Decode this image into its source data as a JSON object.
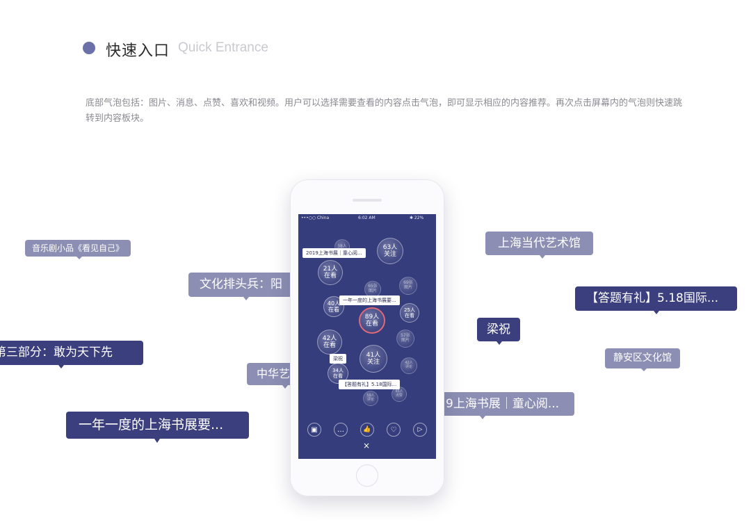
{
  "header": {
    "title": "快速入口",
    "subtitle": "Quick Entrance",
    "description": "底部气泡包括：图片、消息、点赞、喜欢和视频。用户可以选择需要查看的内容点击气泡，即可显示相应的内容推荐。再次点击屏幕内的气泡则快速跳转到内容板块。"
  },
  "colors": {
    "accent": "#6b70a8",
    "dark_tag": "#3b3f7e",
    "light_tag": "#8c8fb3",
    "screen": "#353d7d"
  },
  "floating_tags": [
    {
      "text": "音乐剧小品《看见自己》"
    },
    {
      "text": "文化排头兵：阳"
    },
    {
      "text": "上海当代艺术馆"
    },
    {
      "text": "【答题有礼】5.18国际..."
    },
    {
      "text": "梁祝"
    },
    {
      "text": "静安区文化馆"
    },
    {
      "text": "第三部分：敢为天下先"
    },
    {
      "text": "中华艺"
    },
    {
      "text": "9上海书展｜童心阅..."
    },
    {
      "text": "一年一度的上海书展要..."
    }
  ],
  "phone": {
    "status": {
      "carrier": "•••○○ China",
      "time": "6:02 AM",
      "battery": "✱ 22%"
    },
    "bubbles": [
      {
        "l1": "38人",
        "l2": ""
      },
      {
        "l1": "63人",
        "l2": "关注"
      },
      {
        "l1": "21人",
        "l2": "在看"
      },
      {
        "l1": "65张",
        "l2": "图片"
      },
      {
        "l1": "69张",
        "l2": "图片"
      },
      {
        "l1": "40人",
        "l2": "在看"
      },
      {
        "l1": "89人",
        "l2": "在看"
      },
      {
        "l1": "25人",
        "l2": "在看"
      },
      {
        "l1": "42人",
        "l2": "在看"
      },
      {
        "l1": "57张",
        "l2": "图片"
      },
      {
        "l1": "41人",
        "l2": "关注"
      },
      {
        "l1": "42人",
        "l2": "评论"
      },
      {
        "l1": "34人",
        "l2": "在看"
      },
      {
        "l1": "59人",
        "l2": "评论"
      },
      {
        "l1": "45人",
        "l2": "点赞"
      }
    ],
    "tips": [
      "2019上海书展｜童心阅...",
      "一年一度的上海书展要...",
      "梁祝",
      "【答题有礼】5.18国际..."
    ],
    "toolbar": [
      {
        "icon": "image-icon",
        "glyph": "▣"
      },
      {
        "icon": "message-icon",
        "glyph": "…"
      },
      {
        "icon": "thumbs-up-icon",
        "glyph": "👍"
      },
      {
        "icon": "heart-icon",
        "glyph": "♡"
      },
      {
        "icon": "video-icon",
        "glyph": "▷"
      }
    ],
    "close_glyph": "×"
  }
}
